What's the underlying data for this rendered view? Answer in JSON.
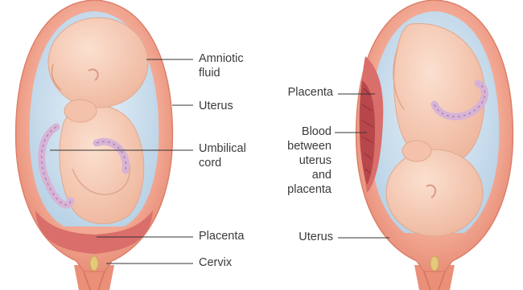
{
  "labels": {
    "amniotic_fluid": "Amniotic\nfluid",
    "uterus_left": "Uterus",
    "umbilical_cord": "Umbilical\ncord",
    "placenta_left": "Placenta",
    "cervix": "Cervix",
    "placenta_right": "Placenta",
    "blood_between": "Blood\nbetween\nuterus\nand\nplacenta",
    "uterus_right": "Uterus"
  },
  "colors": {
    "uterus_wall": "#ee9a86",
    "uterus_edge": "#dd7f6a",
    "amniotic_fluid": "#cfe1ef",
    "fetus_skin": "#f6cdb8",
    "placenta": "#d96e6a",
    "blood": "#b8474c",
    "cord": "#d7b3d6",
    "cervix_plug": "#e5c97a",
    "leader_line": "#333333"
  }
}
